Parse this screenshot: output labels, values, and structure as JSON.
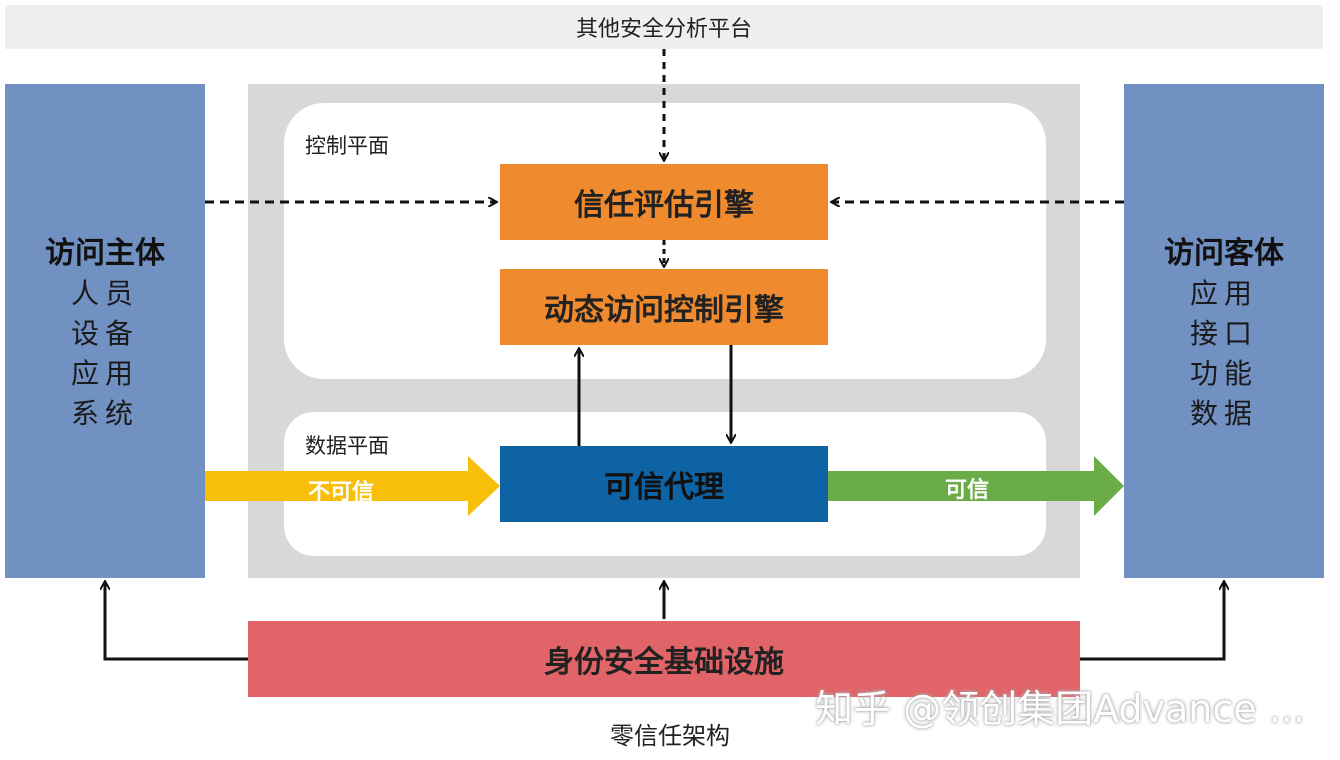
{
  "top_bar": {
    "label": "其他安全分析平台"
  },
  "subject": {
    "title": "访问主体",
    "items": [
      "人员",
      "设备",
      "应用",
      "系统"
    ]
  },
  "object": {
    "title": "访问客体",
    "items": [
      "应用",
      "接口",
      "功能",
      "数据"
    ]
  },
  "control_plane": {
    "label": "控制平面"
  },
  "data_plane": {
    "label": "数据平面"
  },
  "trust_engine": {
    "label": "信任评估引擎"
  },
  "access_engine": {
    "label": "动态访问控制引擎"
  },
  "trust_proxy": {
    "label": "可信代理"
  },
  "identity": {
    "label": "身份安全基础设施"
  },
  "untrusted_flow": {
    "label": "不可信",
    "color": "#f7be0a"
  },
  "trusted_flow": {
    "label": "可信",
    "color": "#6aac47"
  },
  "caption": "零信任架构",
  "watermark": "知乎 @领创集团Advance ...",
  "colors": {
    "side_blocks": "#7291c3",
    "engines": "#ef8a2e",
    "proxy": "#0e63a5",
    "identity": "#e06468",
    "frame": "#d8d8d8"
  }
}
